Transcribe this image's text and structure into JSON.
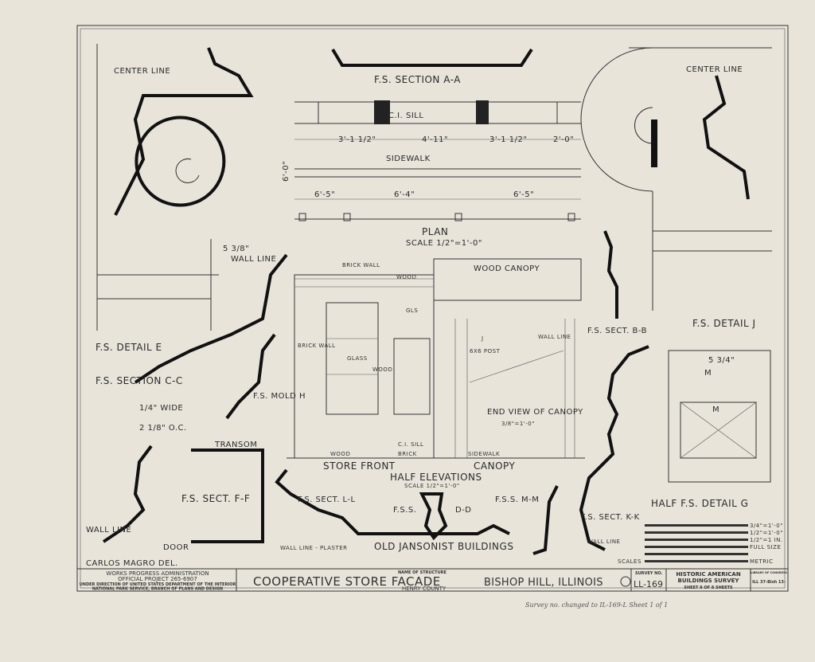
{
  "drawings": {
    "section_aa": "F.S. SECTION A-A",
    "plan_title": "PLAN",
    "plan_scale": "SCALE 1/2\"=1'-0\"",
    "ci_sill_plan": "C.I. SILL",
    "sidewalk_plan": "SIDEWALK",
    "plan_dims": [
      "3'-1 1/2\"",
      "4'-11\"",
      "3'-1 1/2\"",
      "2'-0\"",
      "6'-5\"",
      "6'-4\"",
      "6'-5\""
    ],
    "plan_depth": "6'-0\"",
    "detail_e": "F.S. DETAIL E",
    "center_line_left": "CENTER LINE",
    "center_line_right": "CENTER LINE",
    "detail_j": "F.S. DETAIL J",
    "section_bb": "F.S. SECT. B-B",
    "section_cc": "F.S. SECTION C-C",
    "cc_wide": "1/4\" WIDE",
    "cc_oc": "2 1/8\" O.C.",
    "wall_line_top": "WALL LINE",
    "wall_line_dim": "5 3/8\"",
    "mold_h": "F.S. MOLD H",
    "section_ff": "F.S. SECT. F-F",
    "transom": "TRANSOM",
    "door": "DOOR",
    "wall_line_left": "WALL LINE",
    "section_ll": "F.S. SECT. L-L",
    "wall_line_plaster": "WALL LINE - PLASTER",
    "fss": "F.S.S.",
    "dd": "D-D",
    "section_mm": "F.S.S. M-M",
    "section_kk": "F.S. SECT. K-K",
    "wall_line_kk": "WALL LINE",
    "half_detail_g": "HALF F.S. DETAIL G",
    "detail_g_m": "M",
    "detail_g_dim": "5 3/4\"",
    "elevation_labels": {
      "brick_wall_top": "BRICK WALL",
      "wood_top": "WOOD",
      "wood_canopy": "WOOD CANOPY",
      "gls": "GLS",
      "glass": "GLASS",
      "brick_wall_side": "BRICK WALL",
      "wood_mid": "WOOD",
      "ci_sill": "C.I. SILL",
      "wood_bottom": "WOOD",
      "brick_bottom": "BRICK",
      "post": "6X6 POST",
      "j": "J",
      "wall_line": "WALL LINE",
      "end_view": "END VIEW OF CANOPY",
      "end_view_scale": "3/8\"=1'-0\"",
      "sidewalk": "SIDEWALK",
      "store_front": "STORE FRONT",
      "canopy": "CANOPY",
      "half_elevations": "HALF ELEVATIONS",
      "half_elev_scale": "SCALE 1/2\"=1'-0\""
    },
    "scales_label": "SCALES",
    "scales": [
      "3/4\"=1'-0\"",
      "1/2\"=1'-0\"",
      "1/2\"=1 IN.",
      "FULL SIZE",
      "METRIC"
    ],
    "old_jansonist": "OLD JANSONIST BUILDINGS",
    "carlos": "CARLOS MAGRO DEL."
  },
  "title_block": {
    "wpa_line1": "WORKS PROGRESS ADMINISTRATION",
    "wpa_line2": "OFFICIAL PROJECT 265-6907",
    "wpa_line3": "UNDER DIRECTION OF UNITED STATES DEPARTMENT OF THE INTERIOR",
    "wpa_line4": "NATIONAL PARK SERVICE, BRANCH OF PLANS AND DESIGN",
    "structure_caption": "NAME OF STRUCTURE",
    "structure_name": "COOPERATIVE STORE FACADE",
    "county": "HENRY COUNTY",
    "location": "BISHOP HILL, ILLINOIS",
    "survey_caption": "SURVEY NO.",
    "survey_no": "LL-169",
    "habs_line1": "HISTORIC AMERICAN",
    "habs_line2": "BUILDINGS SURVEY",
    "sheet": "SHEET 8 OF 8 SHEETS",
    "loc_caption": "LIBRARY OF CONGRESS",
    "loc_number": "ILL 37-Bish 13-"
  },
  "handwritten_note": "Survey no. changed to IL-169-L Sheet 1 of 1"
}
